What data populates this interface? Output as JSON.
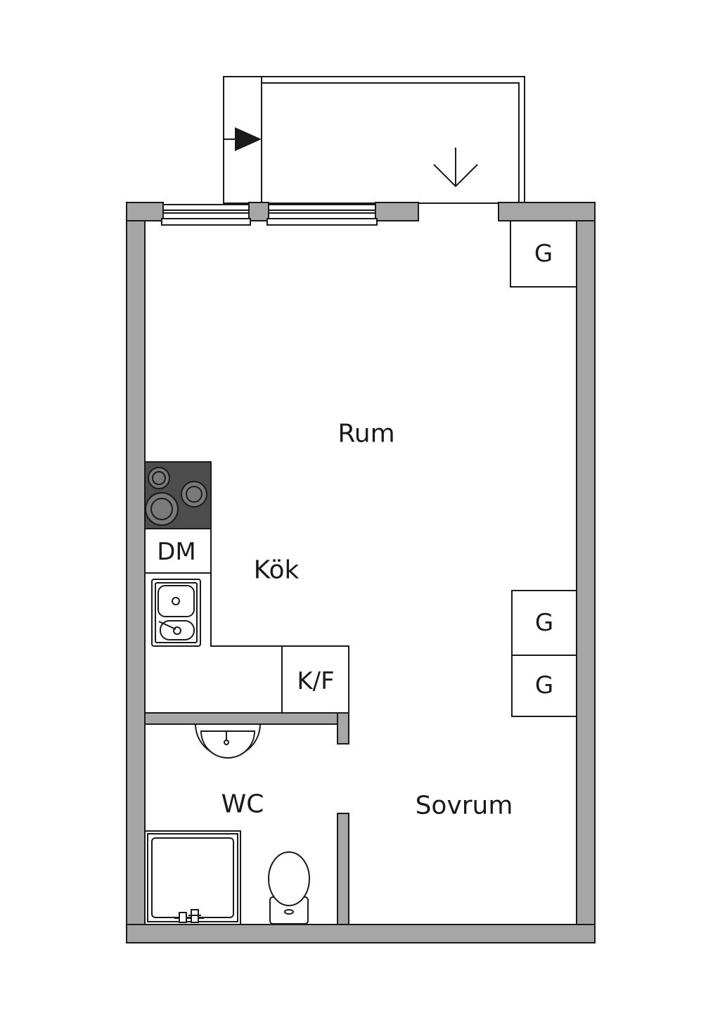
{
  "rooms": {
    "rum": "Rum",
    "kok": "Kök",
    "wc": "WC",
    "sovrum": "Sovrum"
  },
  "fixtures": {
    "wardrobe_1": "G",
    "wardrobe_2": "G",
    "wardrobe_3": "G",
    "dishwasher": "DM",
    "fridge_freezer": "K/F"
  },
  "colors": {
    "wall": "#a6a6a6",
    "stove": "#4d4d4d",
    "line": "#1a1a1a"
  }
}
